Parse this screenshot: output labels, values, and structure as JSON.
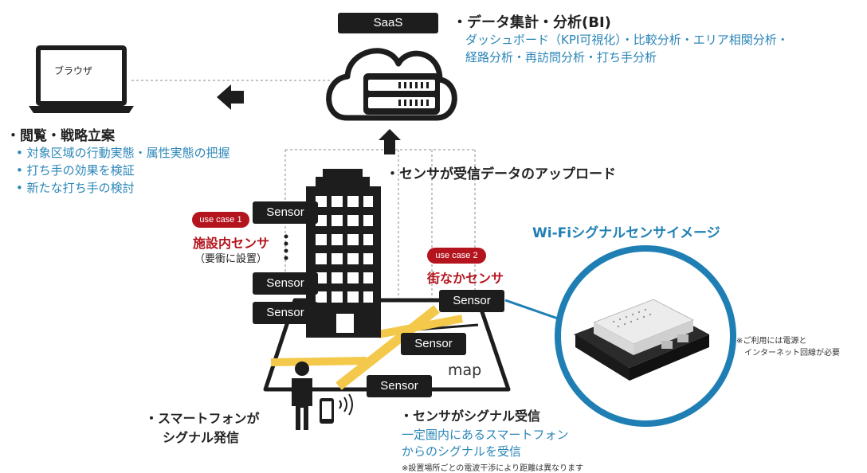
{
  "saas": {
    "label": "SaaS"
  },
  "data_aggregation": {
    "title": "・データ集計・分析(BI)",
    "lines": [
      "ダッシュボード（KPI可視化）・比較分析・エリア相関分析・",
      "経路分析・再訪問分析・打ち手分析"
    ]
  },
  "browser": {
    "label": "ブラウザ"
  },
  "viewing": {
    "title": "・閲覧・戦略立案",
    "items": [
      "• 対象区域の行動実態・属性実態の把握",
      "• 打ち手の効果を検証",
      "• 新たな打ち手の検討"
    ]
  },
  "upload": {
    "text": "・センサが受信データのアップロード"
  },
  "use_case_1": {
    "pill": "use case 1",
    "title": "施設内センサ",
    "sub": "（要衝に設置）"
  },
  "use_case_2": {
    "pill": "use case 2",
    "title": "街なかセンサ"
  },
  "sensor_label": "Sensor",
  "map_label": "map",
  "wifi_title": "Wi-Fiシグナルセンサイメージ",
  "power_note": [
    "※ご利用には電源と",
    "インターネット回線が必要"
  ],
  "smartphone": {
    "lines": [
      "・スマートフォンが",
      "シグナル発信"
    ]
  },
  "receive": {
    "title": "・センサがシグナル受信",
    "lines": [
      "一定圏内にあるスマートフォン",
      "からのシグナルを受信"
    ],
    "note": "※設置場所ごとの電波干渉により距離は異なります"
  },
  "colors": {
    "blue": "#2b86b8",
    "red": "#b4141e",
    "dark": "#1d1d1d",
    "yellow": "#f4c84a",
    "ring": "#1f7fb5"
  },
  "icons": [
    "laptop-icon",
    "cloud-server-icon",
    "arrow-left-icon",
    "arrow-up-icon",
    "building-icon",
    "person-icon",
    "smartphone-icon",
    "signal-waves-icon",
    "sensor-device-icon"
  ]
}
